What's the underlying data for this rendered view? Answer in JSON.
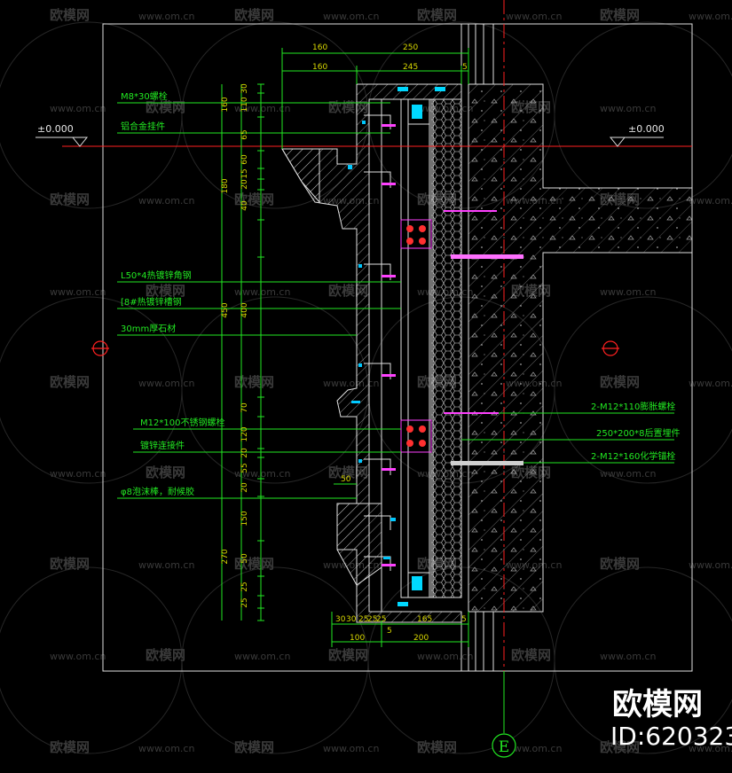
{
  "watermark": {
    "brand": "欧模网",
    "site": "www.om.cn",
    "id_label": "ID:620323"
  },
  "levels": {
    "left": "±0.000",
    "right": "±0.000"
  },
  "axis_marker": "E",
  "labels_left": [
    "M8*30螺栓",
    "铝合金挂件",
    "L50*4热镀锌角钢",
    "[8#热镀锌槽钢",
    "30mm厚石材",
    "M12*100不锈钢螺栓",
    "镀锌连接件",
    "φ8泡沫棒，耐候胶"
  ],
  "labels_right": [
    "2-M12*110膨胀螺栓",
    "250*200*8后置埋件",
    "2-M12*160化学锚栓"
  ],
  "dims_top": {
    "row1": [
      "160",
      "250"
    ],
    "row2": [
      "160",
      "245",
      "5"
    ]
  },
  "dims_vertical_inner": [
    "30",
    "110",
    "65",
    "60",
    "15",
    "20",
    "40",
    "400",
    "70",
    "120",
    "20",
    "55",
    "20",
    "150",
    "50",
    "25",
    "25"
  ],
  "dims_vertical_outer": [
    "160",
    "180",
    "450",
    "270"
  ],
  "dims_bottom": {
    "row1": [
      "30",
      "30",
      "25",
      "25",
      "25",
      "165",
      "5"
    ],
    "row2": [
      "100",
      "200"
    ],
    "extra": [
      "5"
    ]
  },
  "dim_small": "50"
}
